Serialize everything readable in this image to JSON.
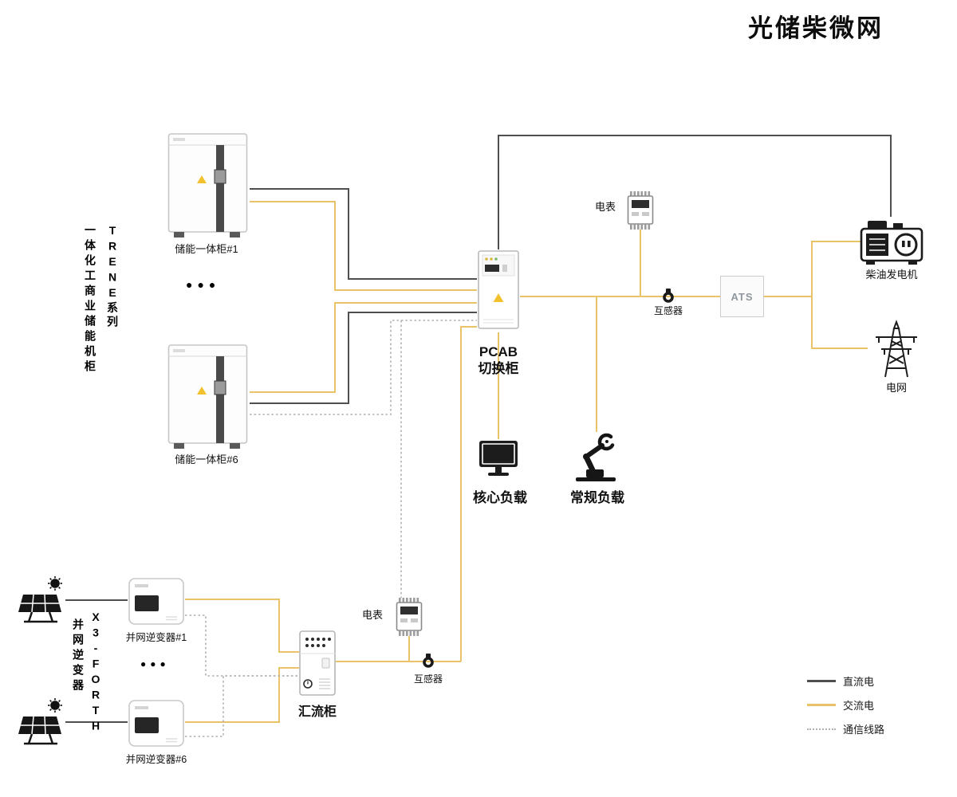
{
  "title": "光储柴微网",
  "colors": {
    "dc": "#4f4f4f",
    "ac": "#e9c36a",
    "comm": "#b0b0b0"
  },
  "storage": {
    "series_name_vertical": "TRENE系列",
    "series_desc_vertical": "一体化工商业储能机柜",
    "cabinet1_label": "储能一体柜#1",
    "cabinet6_label": "储能一体柜#6",
    "ellipsis": "●●●"
  },
  "pcab": {
    "line1": "PCAB",
    "line2": "切换柜"
  },
  "grid_side": {
    "meter_label": "电表",
    "ct_label": "互感器",
    "ats_label": "ATS",
    "generator_label": "柴油发电机",
    "grid_label": "电网"
  },
  "loads": {
    "core_label": "核心负载",
    "regular_label": "常规负载"
  },
  "pv": {
    "series_name_vertical": "X3-FORTH",
    "series_desc_vertical": "并网逆变器",
    "inverter1_label": "并网逆变器#1",
    "inverter6_label": "并网逆变器#6",
    "ellipsis": "●●●",
    "combiner_label": "汇流柜",
    "meter_label": "电表",
    "ct_label": "互感器"
  },
  "legend": {
    "dc_label": "直流电",
    "ac_label": "交流电",
    "comm_label": "通信线路"
  }
}
